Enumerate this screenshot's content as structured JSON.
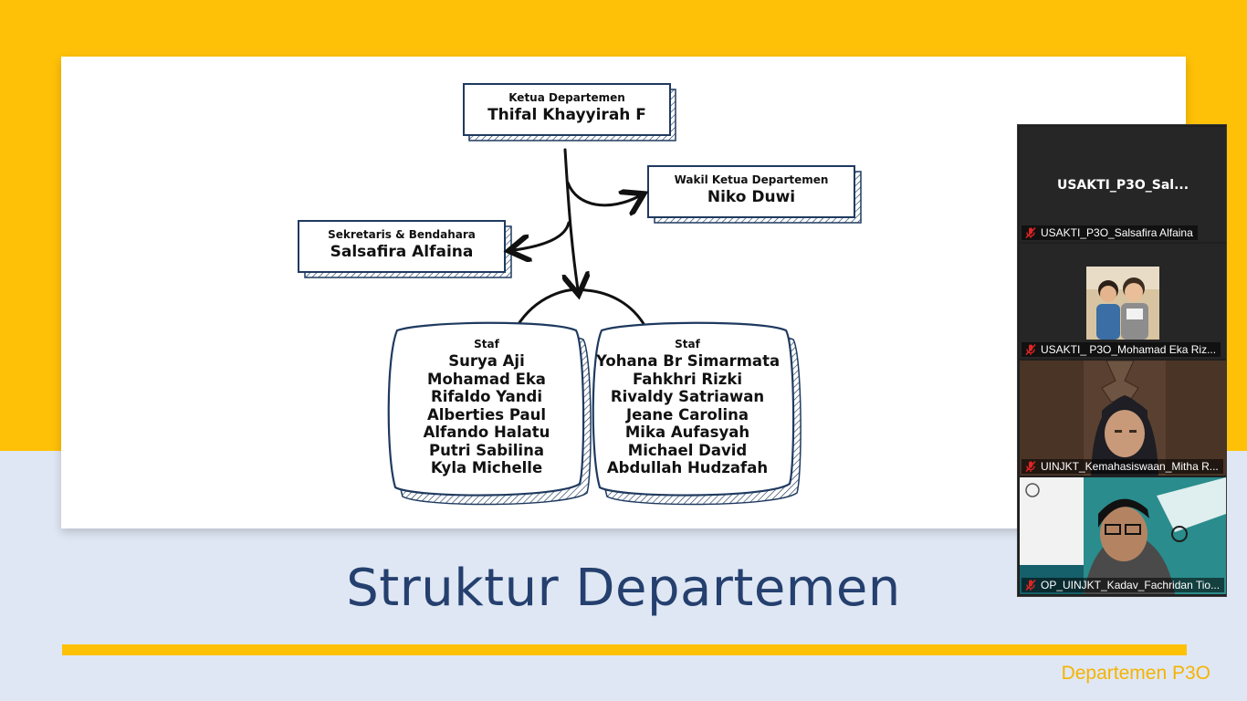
{
  "slide": {
    "title": "Struktur Departemen",
    "footer": "Departemen P3O",
    "chart": {
      "head": {
        "role": "Ketua Departemen",
        "name": "Thifal Khayyirah F"
      },
      "vice": {
        "role": "Wakil Ketua Departemen",
        "name": "Niko Duwi"
      },
      "secretary": {
        "role": "Sekretaris & Bendahara",
        "name": "Salsafira Alfaina"
      },
      "staff_left": {
        "role": "Staf",
        "members": [
          "Surya Aji",
          "Mohamad Eka",
          "Rifaldo Yandi",
          "Alberties Paul",
          "Alfando Halatu",
          "Putri Sabilina",
          "Kyla Michelle"
        ]
      },
      "staff_right": {
        "role": "Staf",
        "members": [
          "Yohana Br Simarmata",
          "Fahkhri Rizki",
          "Rivaldy Satriawan",
          "Jeane Carolina",
          "Mika Aufasyah",
          "Michael David",
          "Abdullah Hudzafah"
        ]
      }
    }
  },
  "participants": {
    "tiles": [
      {
        "display_title": "USAKTI_P3O_Sal...",
        "name": "USAKTI_P3O_Salsafira Alfaina",
        "muted": true
      },
      {
        "name": "USAKTI_ P3O_Mohamad Eka Riz...",
        "muted": true
      },
      {
        "name": "UINJKT_Kemahasiswaan_Mitha R...",
        "muted": true
      },
      {
        "name": "OP_UINJKT_Kadav_Fachridan Tio...",
        "muted": true
      }
    ]
  },
  "colors": {
    "slide_yellow": "#ffc107",
    "slide_blue": "#dfe7f4",
    "title_navy": "#25406e",
    "footer_gold": "#f5b301",
    "box_outline": "#1f3a5f",
    "mute_red": "#e02424"
  }
}
